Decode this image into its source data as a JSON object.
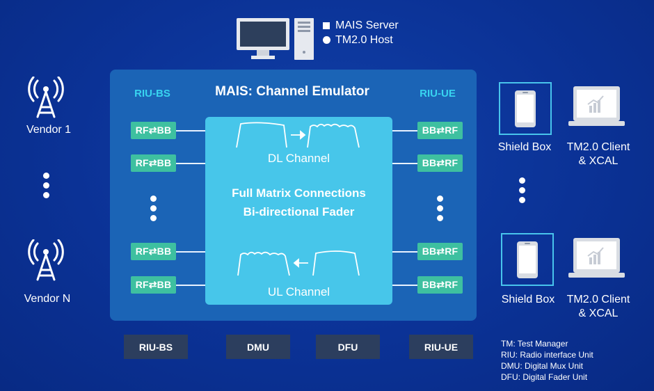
{
  "header": {
    "legend": [
      {
        "marker": "square",
        "label": "MAIS Server"
      },
      {
        "marker": "circle",
        "label": "TM2.0 Host"
      }
    ]
  },
  "emulator": {
    "title": "MAIS: Channel Emulator",
    "riu_bs_header": "RIU-BS",
    "riu_ue_header": "RIU-UE",
    "bs_tag": "RF⇄BB",
    "ue_tag": "BB⇄RF",
    "dl_channel": "DL Channel",
    "full_matrix": "Full Matrix Connections",
    "fader": "Bi-directional Fader",
    "ul_channel": "UL Channel"
  },
  "vendors": [
    "Vendor 1",
    "Vendor N"
  ],
  "clients": {
    "shield_box": "Shield Box",
    "client_line1": "TM2.0 Client",
    "client_line2": "& XCAL"
  },
  "bottom_units": [
    "RIU-BS",
    "DMU",
    "DFU",
    "RIU-UE"
  ],
  "abbreviations": [
    "TM: Test Manager",
    "RIU: Radio interface Unit",
    "DMU: Digital Mux Unit",
    "DFU: Digital Fader Unit"
  ],
  "colors": {
    "background": "#0b3296",
    "panel": "#1b64b6",
    "center_box": "#47c6ea",
    "tag": "#3ec0a0",
    "accent_text": "#38d4f0",
    "bottom_box": "#2c3e5e"
  }
}
